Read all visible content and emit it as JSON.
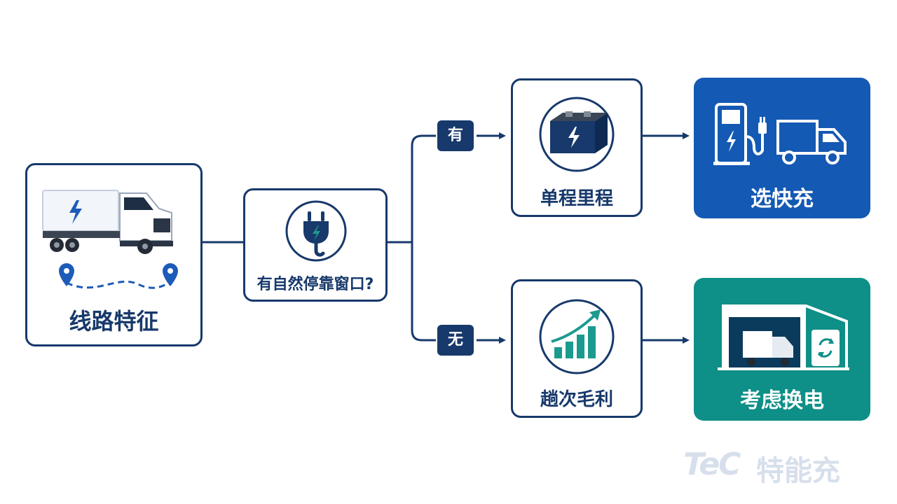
{
  "nodes": {
    "route": {
      "label": "线路特征"
    },
    "decision": {
      "label": "有自然停靠窗口?"
    },
    "single_trip": {
      "label": "单程里程"
    },
    "trip_margin": {
      "label": "趟次毛利"
    },
    "fast_charge": {
      "label": "选快充"
    },
    "battery_swap": {
      "label": "考虑换电"
    }
  },
  "branches": {
    "yes": "有",
    "no": "无"
  },
  "brand": {
    "mark": "TeC",
    "name": "特能充"
  },
  "colors": {
    "navy": "#17396b",
    "fast_charge_bg": "#1459b3",
    "battery_swap_bg": "#0e8f87",
    "teal_accent": "#1b9a8f"
  }
}
